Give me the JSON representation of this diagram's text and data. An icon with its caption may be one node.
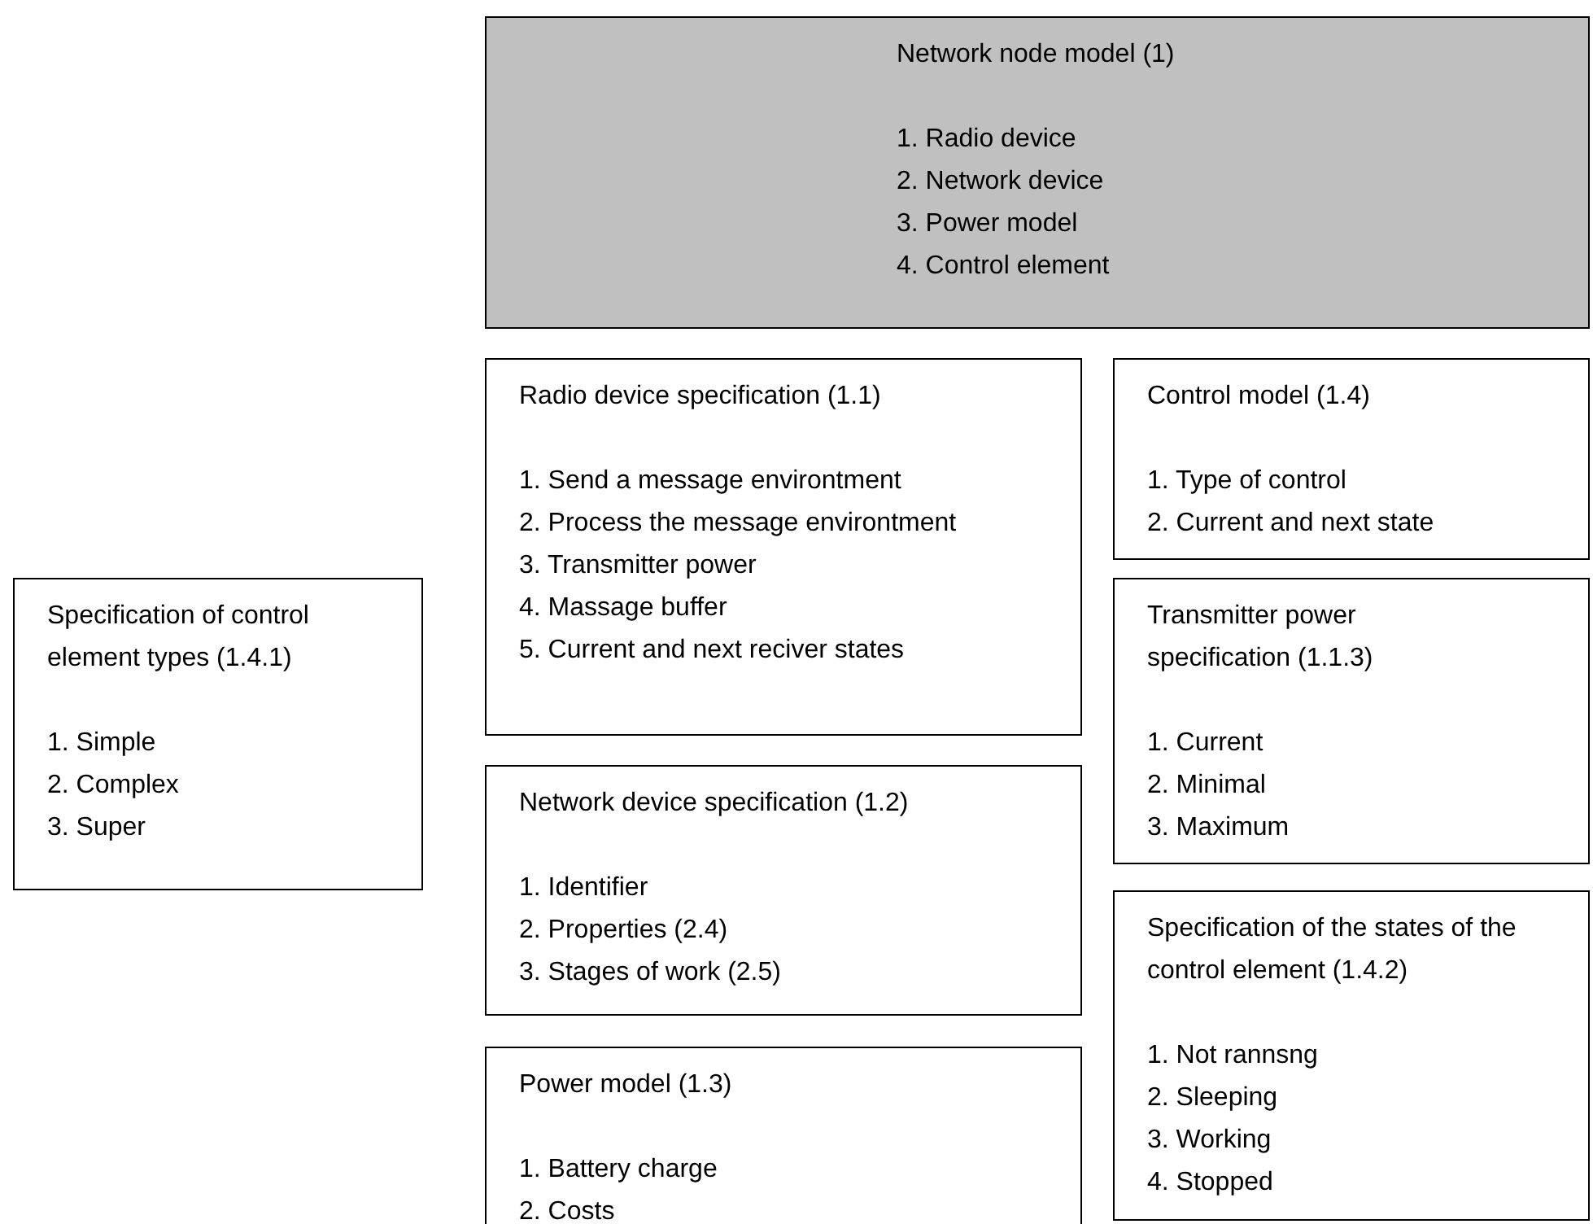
{
  "diagram": {
    "nodes": [
      {
        "text": [
          "Network node model (1)",
          "1. Radio device",
          "2. Network device",
          "3. Power model",
          "4. Control element"
        ]
      },
      {
        "text": [
          "Radio device specification (1.1)",
          "1. Send a message environtment",
          "2. Process the message environtment",
          "3. Transmitter power",
          "4. Massage buffer",
          "5. Current and next reciver states"
        ]
      },
      {
        "text": [
          "Control model (1.4)",
          "1. Type of control",
          "2. Current and next state"
        ]
      },
      {
        "text": [
          "Transmitter power specification (1.1.3)",
          "1. Current",
          "2. Minimal",
          "3. Maximum"
        ]
      },
      {
        "text": [
          "Specification of control element types (1.4.1)",
          "1. Simple",
          "2. Complex",
          "3. Super"
        ]
      },
      {
        "text": [
          "Network device specification (1.2)",
          "1. Identifier",
          "2. Properties (2.4)",
          "3. Stages of work (2.5)"
        ]
      },
      {
        "text": [
          "Specification of the states of the control element (1.4.2)",
          "1. Not rannsng",
          "2. Sleeping",
          "3. Working",
          "4. Stopped"
        ]
      },
      {
        "text": [
          "Power model (1.3)",
          "1. Battery charge",
          "2. Costs"
        ]
      }
    ],
    "edges": []
  }
}
